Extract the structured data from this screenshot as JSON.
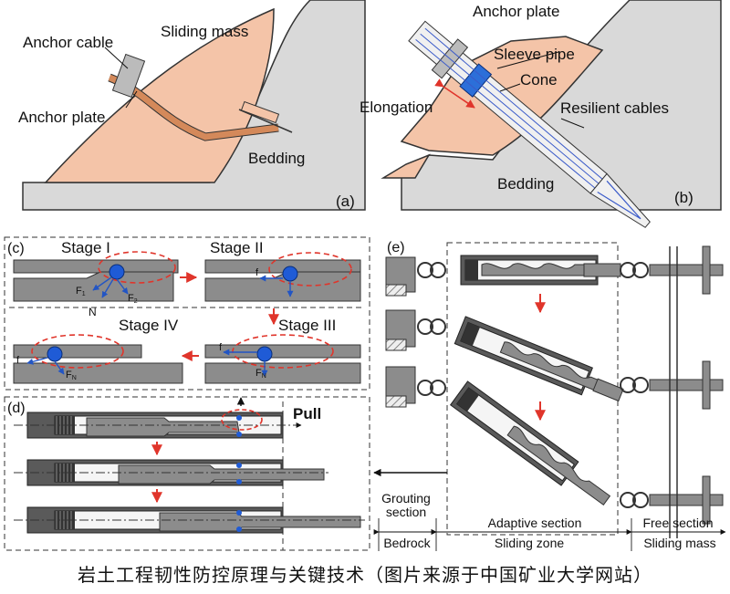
{
  "panel_a": {
    "tag": "(a)",
    "labels": {
      "sliding_mass": "Sliding mass",
      "anchor_cable": "Anchor cable",
      "anchor_plate": "Anchor plate",
      "bedding": "Bedding"
    }
  },
  "panel_b": {
    "tag": "(b)",
    "labels": {
      "anchor_plate": "Anchor plate",
      "sleeve_pipe": "Sleeve pipe",
      "cone": "Cone",
      "elongation": "Elongation",
      "resilient_cables": "Resilient cables",
      "bedding": "Bedding"
    }
  },
  "panel_c": {
    "tag": "(c)",
    "stages": [
      "Stage I",
      "Stage II",
      "Stage III",
      "Stage IV"
    ],
    "forces": {
      "f1": "F",
      "f1_sub": "1",
      "f2": "F",
      "f2_sub": "2",
      "n": "N",
      "f": "f",
      "fn": "F",
      "fn_sub": "N"
    }
  },
  "panel_d": {
    "tag": "(d)",
    "pull": "Pull"
  },
  "panel_e": {
    "tag": "(e)",
    "sections": {
      "grouting": "Grouting\nsection",
      "adaptive": "Adaptive section",
      "free": "Free section"
    },
    "zones": {
      "bedrock": "Bedrock",
      "sliding_zone": "Sliding zone",
      "sliding_mass": "Sliding mass"
    }
  },
  "caption": "岩土工程韧性防控原理与关键技术（图片来源于中国矿业大学网站）",
  "colors": {
    "rock": "#d9d9d9",
    "mass": "#f4c4a8",
    "cable": "#d4895a",
    "red": "#e0352b",
    "blue": "#2255c4",
    "dark": "#555555",
    "gray": "#8c8c8c"
  }
}
